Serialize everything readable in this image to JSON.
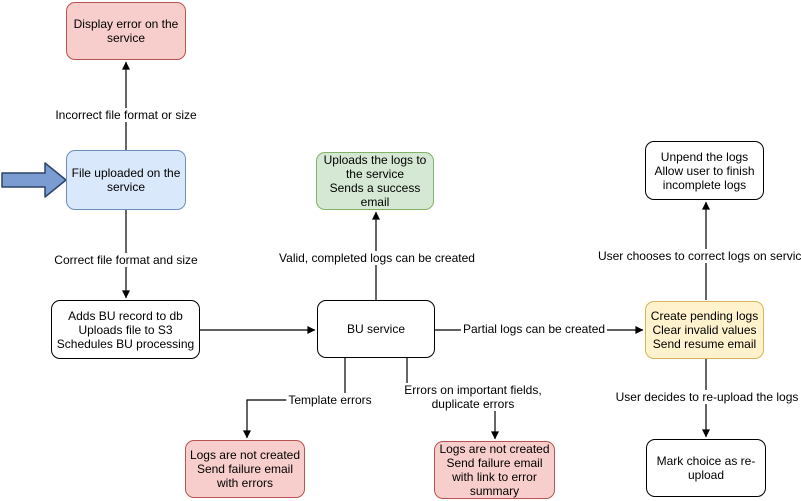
{
  "diagram": {
    "nodes": {
      "display_error": {
        "text": "Display error on the\nservice"
      },
      "file_uploaded": {
        "text": "File uploaded on the\nservice"
      },
      "adds_bu_record": {
        "text": "Adds BU record to db\nUploads file to S3\nSchedules BU processing"
      },
      "bu_service": {
        "text": "BU service"
      },
      "uploads_logs": {
        "text": "Uploads the logs to\nthe service\nSends a success\nemail"
      },
      "unpend_logs": {
        "text": "Unpend the logs\nAllow user to finish\nincomplete logs"
      },
      "create_pending_logs": {
        "text": "Create pending logs\nClear invalid values\nSend resume email"
      },
      "mark_choice_reupload": {
        "text": "Mark choice as re-\nupload"
      },
      "logs_not_created_errors": {
        "text": "Logs are not created\nSend failure email\nwith errors"
      },
      "logs_not_created_summary": {
        "text": "Logs are not created\nSend failure email\nwith link to error\nsummary"
      }
    },
    "edge_labels": {
      "incorrect_file": "Incorrect file format or size",
      "correct_file": "Correct file format and size",
      "valid_logs": "Valid, completed logs can be created",
      "partial_logs": "Partial logs can be created",
      "template_errors": "Template errors",
      "field_errors": "Errors on important fields,\nduplicate errors",
      "user_correct": "User chooses to correct logs on service",
      "user_reupload": "User decides to re-upload the logs"
    },
    "colors": {
      "node_red_fill": "#F8CECC",
      "node_red_stroke": "#B85450",
      "node_blue_fill": "#DAE8FC",
      "node_blue_stroke": "#6C8EBF",
      "node_green_fill": "#D5E8D4",
      "node_green_stroke": "#82B366",
      "node_yellow_fill": "#FFF2CC",
      "node_yellow_stroke": "#D6B656",
      "node_white_fill": "#FFFFFF",
      "node_white_stroke": "#000000",
      "edge_stroke": "#000000",
      "entry_arrow_fill": "#7B9BD3",
      "entry_arrow_stroke": "#2B4566"
    }
  }
}
